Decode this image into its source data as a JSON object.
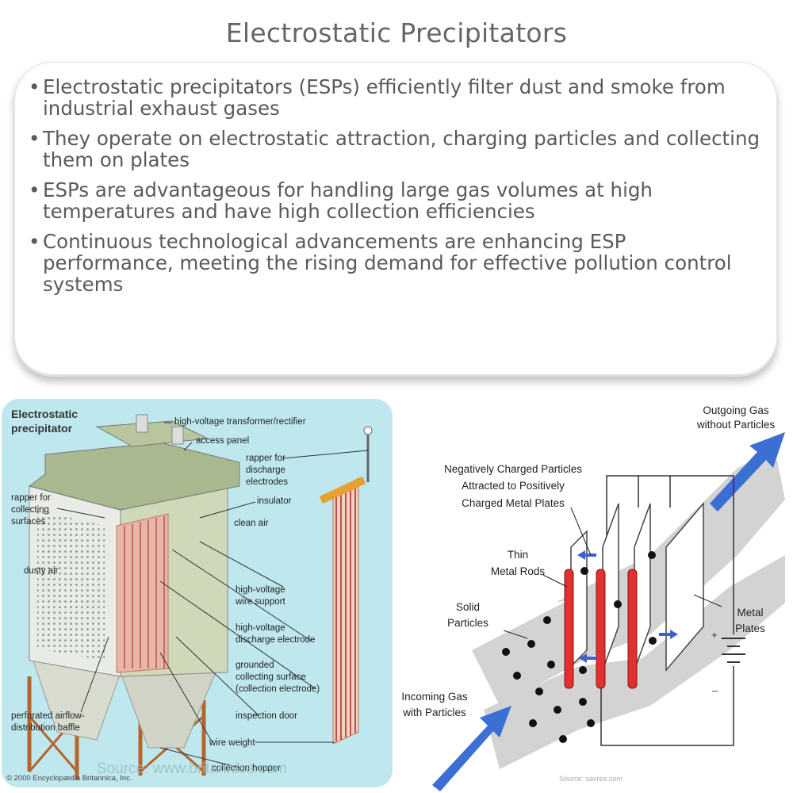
{
  "title": "Electrostatic Precipitators",
  "bullets": [
    "Electrostatic precipitators (ESPs) efficiently filter dust and smoke from industrial exhaust gases",
    "They operate on electrostatic attraction, charging particles and collecting them on plates",
    "ESPs are advantageous for handling large gas volumes at high temperatures and have high collection efficiencies",
    "Continuous technological advancements are enhancing ESP performance, meeting the rising demand for effective pollution control systems"
  ],
  "left_diagram": {
    "heading_line1": "Electrostatic",
    "heading_line2": "precipitator",
    "labels": {
      "transformer": "high-voltage transformer/rectifier",
      "access_panel": "access panel",
      "rapper_discharge_1": "rapper for",
      "rapper_discharge_2": "discharge",
      "rapper_discharge_3": "electrodes",
      "insulator": "insulator",
      "rapper_collect_1": "rapper for",
      "rapper_collect_2": "collecting",
      "rapper_collect_3": "surfaces",
      "clean_air": "clean air",
      "dusty_air": "dusty air",
      "wire_support_1": "high-voltage",
      "wire_support_2": "wire support",
      "discharge_electrode_1": "high-voltage",
      "discharge_electrode_2": "discharge electrode",
      "grounded_1": "grounded",
      "grounded_2": "collecting surface",
      "grounded_3": "(collection electrode)",
      "inspection_door": "inspection door",
      "baffle_1": "perforated airflow-",
      "baffle_2": "distribution baffle",
      "wire_weight": "wire weight",
      "collection_hopper": "collection hopper",
      "copyright": "© 2000 Encyclopædia Britannica, Inc.",
      "source": "Source: www.britannica.com"
    }
  },
  "right_diagram": {
    "labels": {
      "outgoing_1": "Outgoing Gas",
      "outgoing_2": "without Particles",
      "neg_1": "Negatively Charged Particles",
      "neg_2": "Attracted to Positively",
      "neg_3": "Charged Metal Plates",
      "thin_1": "Thin",
      "thin_2": "Metal Rods",
      "solid_1": "Solid",
      "solid_2": "Particles",
      "metal_1": "Metal",
      "metal_2": "Plates",
      "incoming_1": "Incoming Gas",
      "incoming_2": "with Particles",
      "source": "Source: savree.com",
      "plus": "+",
      "minus": "–"
    }
  }
}
